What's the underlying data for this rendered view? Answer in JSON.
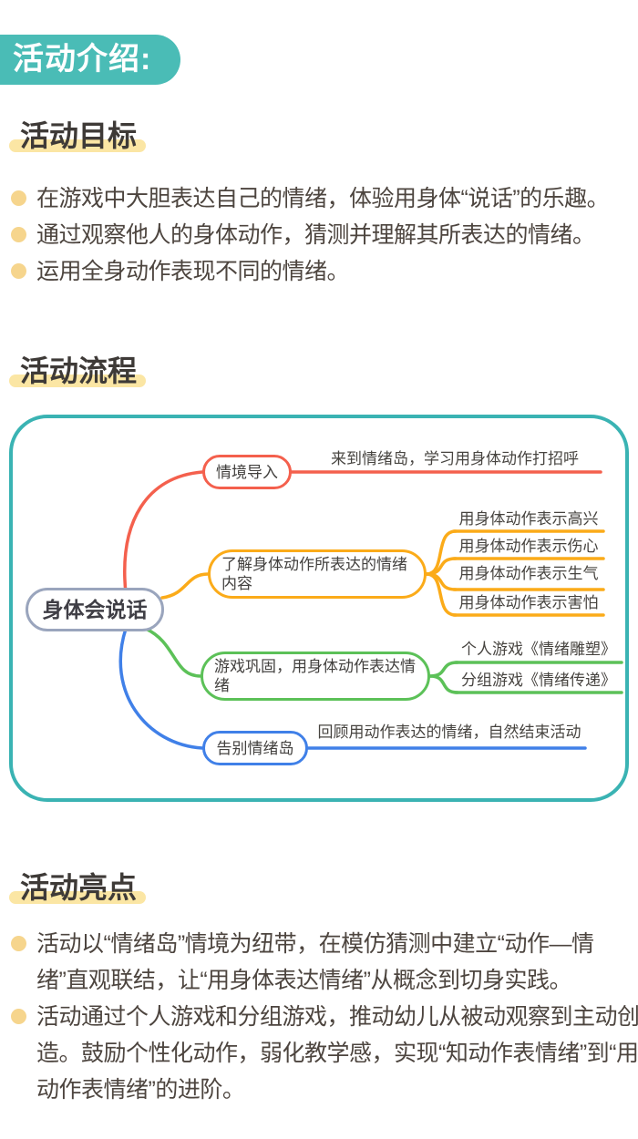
{
  "header": {
    "badge": "活动介绍:"
  },
  "colors": {
    "badge_teal": "#4abcb6",
    "map_border_teal": "#3ab3b3",
    "title_highlight": "#fbe6a4",
    "bullet_dot": "#f6d58d",
    "heading_text": "#3e3a37",
    "body_text": "#4d453f",
    "root_border": "#9aa5bd"
  },
  "goals": {
    "title": "活动目标",
    "items": [
      "在游戏中大胆表达自己的情绪，体验用身体“说话”的乐趣。",
      "通过观察他人的身体动作，猜测并理解其所表达的情绪。",
      "运用全身动作表现不同的情绪。"
    ]
  },
  "flow": {
    "title": "活动流程",
    "mindmap": {
      "root": "身体会说话",
      "branches": [
        {
          "name": "情境导入",
          "color": "#f4604d",
          "leaves": [
            "来到情绪岛，学习用身体动作打招呼"
          ]
        },
        {
          "name": "了解身体动作所表达的情绪内容",
          "color": "#fbab19",
          "leaves": [
            "用身体动作表示高兴",
            "用身体动作表示伤心",
            "用身体动作表示生气",
            "用身体动作表示害怕"
          ]
        },
        {
          "name": "游戏巩固，用身体动作表达情绪",
          "color": "#5cc158",
          "leaves": [
            "个人游戏《情绪雕塑》",
            "分组游戏《情绪传递》"
          ]
        },
        {
          "name": "告别情绪岛",
          "color": "#4080e8",
          "leaves": [
            "回顾用动作表达的情绪，自然结束活动"
          ]
        }
      ]
    }
  },
  "highlights": {
    "title": "活动亮点",
    "items": [
      "活动以“情绪岛”情境为纽带，在模仿猜测中建立“动作—情绪”直观联结，让“用身体表达情绪”从概念到切身实践。",
      "活动通过个人游戏和分组游戏，推动幼儿从被动观察到主动创造。鼓励个性化动作，弱化教学感，实现“知动作表情绪”到“用动作表情绪”的进阶。"
    ]
  }
}
